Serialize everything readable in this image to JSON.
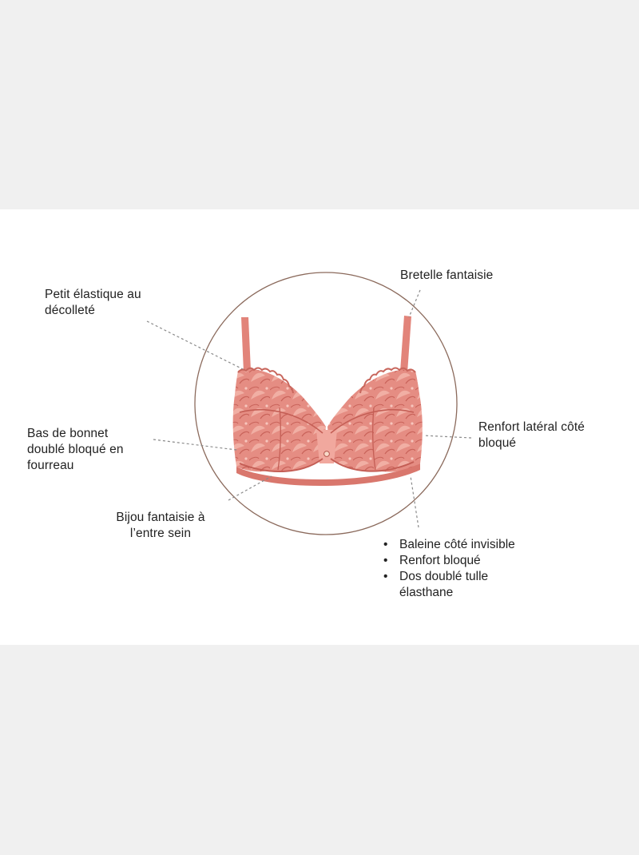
{
  "colors": {
    "background": "#f0f0f0",
    "panel": "#ffffff",
    "circle": "#8b6a5c",
    "leader": "#8a8a8a",
    "lace": "#e2847a",
    "lace_dark": "#c8665c",
    "text": "#222222"
  },
  "callouts": {
    "strap": "Bretelle fantaisie",
    "neckline_line1": "Petit élastique au",
    "neckline_line2": "décolleté",
    "side_support_line1": "Renfort latéral côté",
    "side_support_line2": "bloqué",
    "cup_base_line1": "Bas de bonnet",
    "cup_base_line2": "doublé bloqué en",
    "cup_base_line3": "fourreau",
    "jewel_line1": "Bijou fantaisie à",
    "jewel_line2": "l’entre sein"
  },
  "features": [
    "Baleine côté invisible",
    "Renfort bloqué",
    "Dos doublé tulle élasthane"
  ],
  "illustration": {
    "subject": "lace underwire bra",
    "icon": "bra-illustration"
  }
}
